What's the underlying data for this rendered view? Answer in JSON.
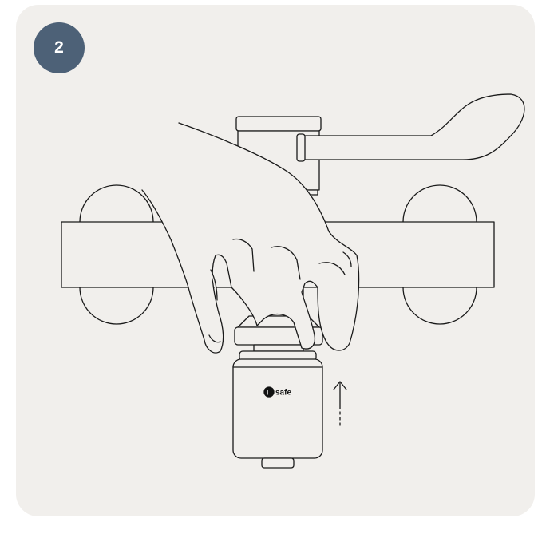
{
  "step": {
    "number": "2"
  },
  "illustration": {
    "brand_mark": "T",
    "brand_name": "safe"
  },
  "colors": {
    "card_background": "#f1efec",
    "badge_background": "#4d6177",
    "badge_text": "#ffffff",
    "line_art": "#1a1a1a"
  },
  "icons": {
    "direction": "arrow-up-icon"
  }
}
